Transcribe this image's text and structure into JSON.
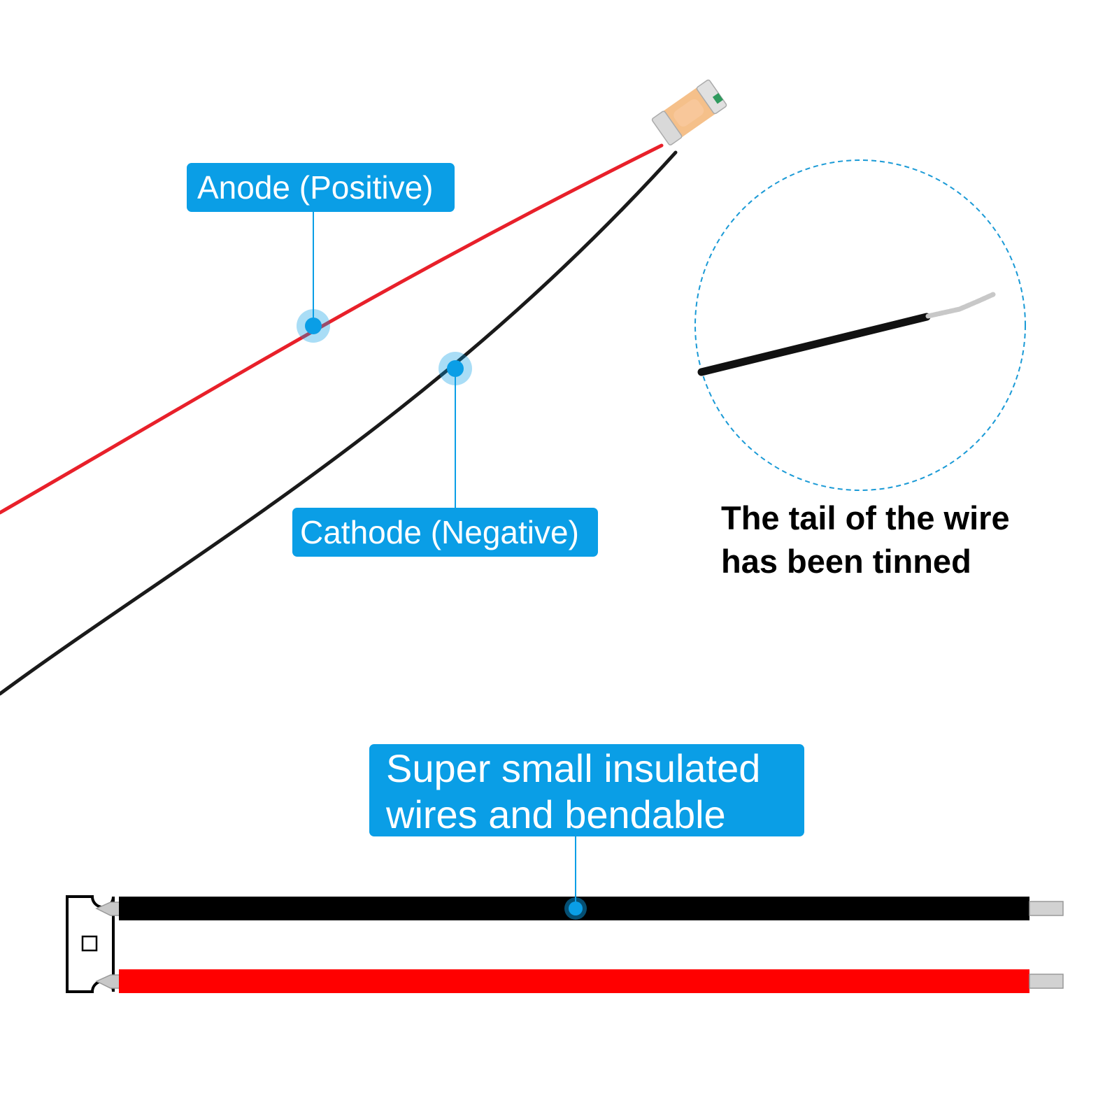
{
  "labels": {
    "anode": "Anode (Positive)",
    "cathode": "Cathode (Negative)",
    "wires_line1": "Super small insulated",
    "wires_line2": "wires and bendable",
    "tail_line1": "The tail of the wire",
    "tail_line2": "has been tinned"
  },
  "colors": {
    "callout_blue": "#0a9ee6",
    "red_wire": "#e8202a",
    "black_wire": "#1a1a1a",
    "led_body": "#f5c08a",
    "tinned_tip": "#c8c8c8",
    "schematic_red": "#ff0000",
    "schematic_black": "#000000"
  }
}
